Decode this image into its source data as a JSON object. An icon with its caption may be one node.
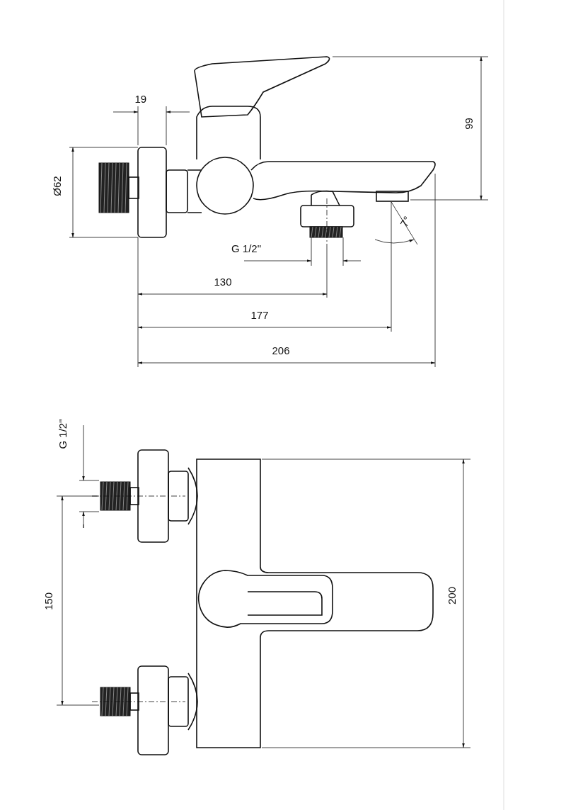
{
  "diagram": {
    "labels": [
      "19",
      "99",
      "Ø62",
      "7°",
      "G 1/2\"",
      "130",
      "177",
      "206",
      "G 1/2\"",
      "200",
      "150"
    ]
  }
}
